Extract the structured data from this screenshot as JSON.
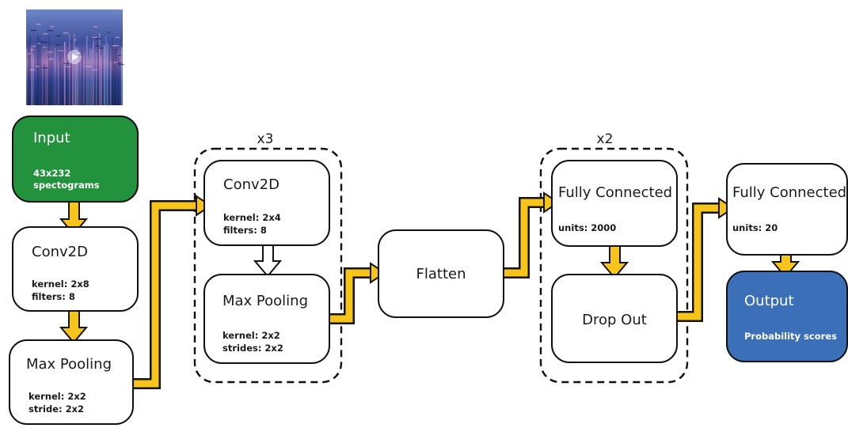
{
  "colors": {
    "input_fill": "#23923c",
    "output_fill": "#3b6fb8",
    "arrow_fill": "#f7c41c",
    "arrow_outline": "#141414"
  },
  "thumbnail": {
    "icon": "play-icon"
  },
  "input": {
    "title": "Input",
    "line1": "43x232",
    "line2": "spectograms"
  },
  "conv2d_1": {
    "title": "Conv2D",
    "line1": "kernel: 2x8",
    "line2": "filters: 8"
  },
  "maxpool_1": {
    "title": "Max Pooling",
    "line1": "kernel: 2x2",
    "line2": "stride: 2x2"
  },
  "group_1": {
    "multiplier": "x3"
  },
  "conv2d_2": {
    "title": "Conv2D",
    "line1": "kernel: 2x4",
    "line2": "filters: 8"
  },
  "maxpool_2": {
    "title": "Max Pooling",
    "line1": "kernel: 2x2",
    "line2": "strides: 2x2"
  },
  "flatten": {
    "title": "Flatten"
  },
  "group_2": {
    "multiplier": "x2"
  },
  "fc_1": {
    "title": "Fully Connected",
    "line1": "units: 2000"
  },
  "dropout": {
    "title": "Drop Out"
  },
  "fc_2": {
    "title": "Fully Connected",
    "line1": "units: 20"
  },
  "output": {
    "title": "Output",
    "line1": "Probability scores"
  }
}
